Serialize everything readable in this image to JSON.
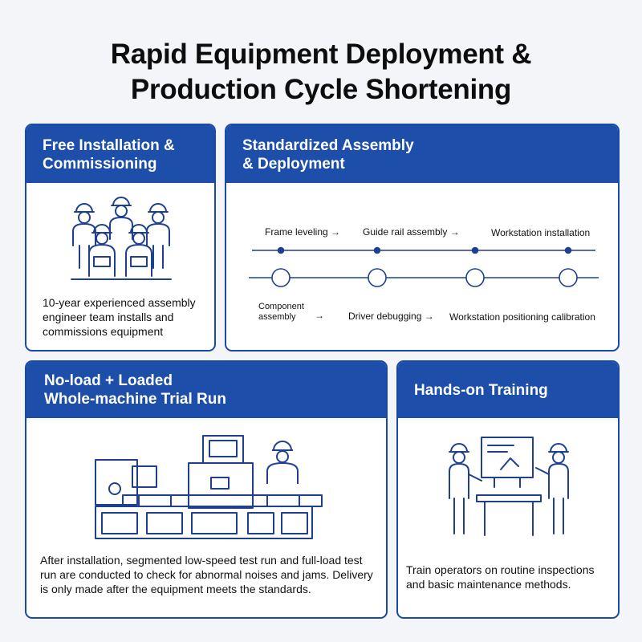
{
  "title": {
    "line1": "Rapid Equipment Deployment &",
    "line2": "Production Cycle Shortening"
  },
  "colors": {
    "accent": "#1c4eaa",
    "line_art": "#1f3f8f",
    "background": "#f4f5f8"
  },
  "cards": {
    "installation": {
      "title_line1": "Free Installation &",
      "title_line2": "Commissioning",
      "icon": "engineer-team-icon",
      "description": "10-year experienced assembly engineer team installs and commissions equipment"
    },
    "assembly": {
      "title_line1": "Standardized Assembly",
      "title_line2": "& Deployment",
      "top_steps": [
        {
          "label": "Frame leveling",
          "arrow": "→"
        },
        {
          "label": "Guide rail assembly",
          "arrow": "→"
        },
        {
          "label": "Workstation installation",
          "arrow": ""
        }
      ],
      "bottom_steps": [
        {
          "label": "Component assembly",
          "arrow": "→"
        },
        {
          "label": "Driver debugging",
          "arrow": "→"
        },
        {
          "label": "Workstation positioning calibration",
          "arrow": ""
        }
      ]
    },
    "trial": {
      "title_line1": "No-load + Loaded",
      "title_line2": "Whole-machine Trial Run",
      "icon": "production-line-machine-icon",
      "description": "After installation, segmented low-speed test run and full-load test run are conducted to check for abnormal noises and jams. Delivery is only made after the equipment meets the standards."
    },
    "training": {
      "title": "Hands-on Training",
      "icon": "training-session-icon",
      "description": "Train operators on routine inspections and basic maintenance methods."
    }
  }
}
